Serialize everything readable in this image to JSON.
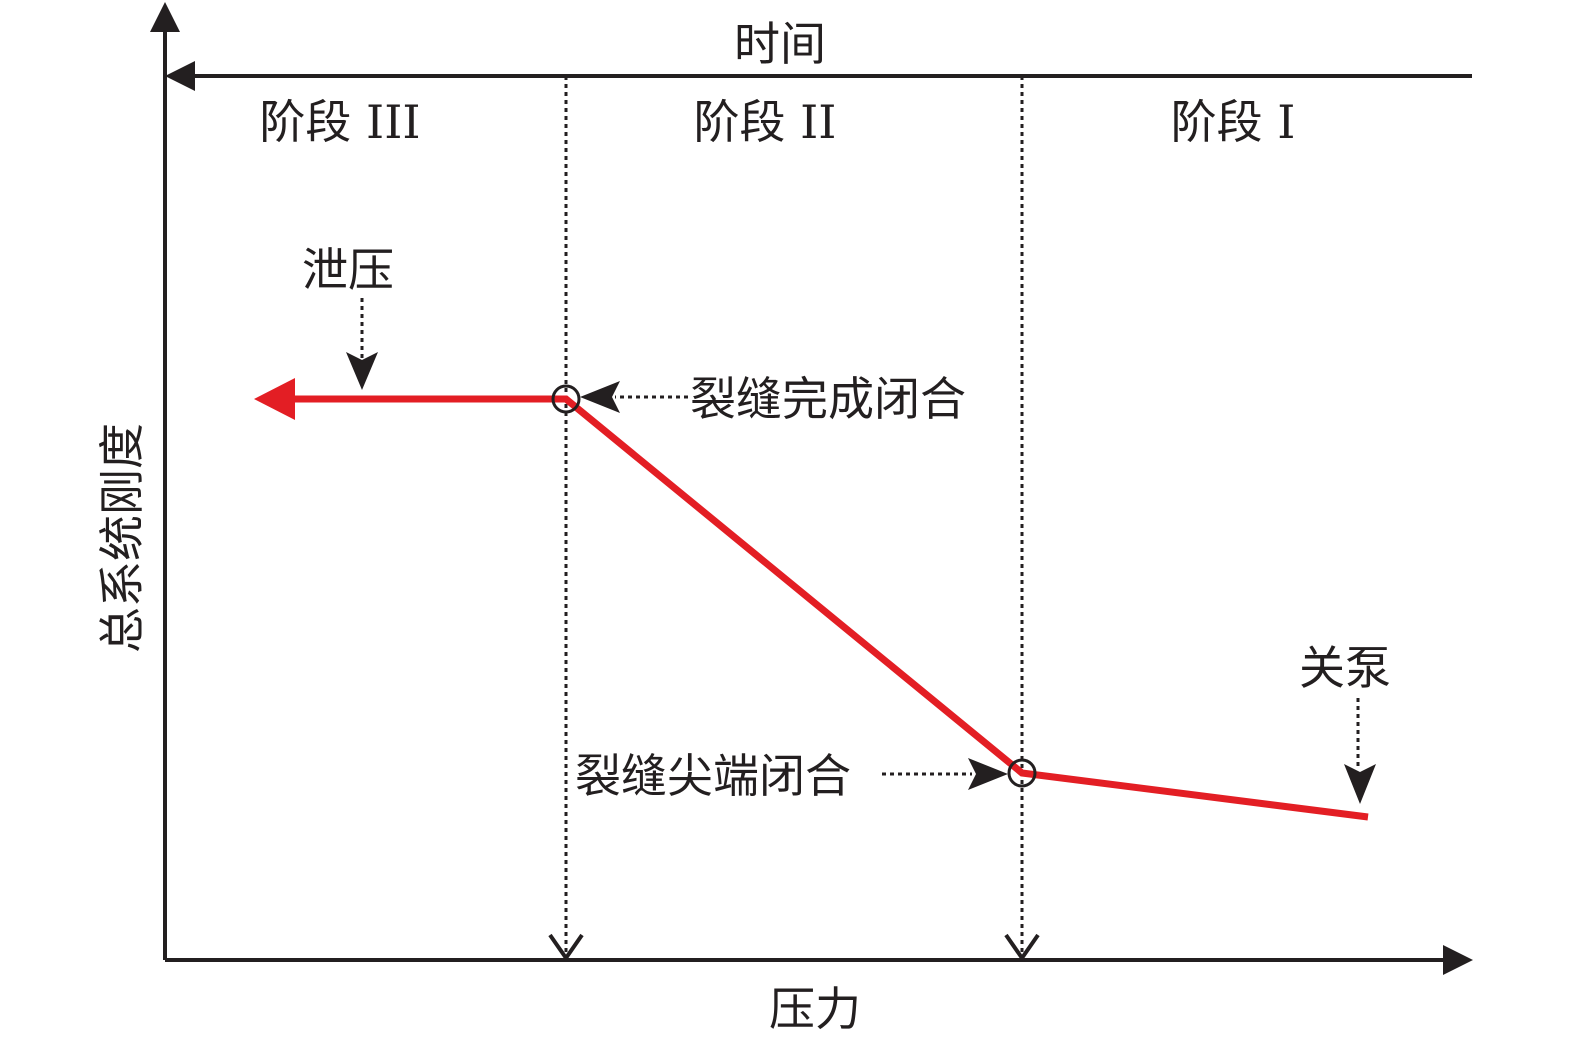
{
  "diagram": {
    "time_axis_label": "时间",
    "x_axis_label": "压力",
    "y_axis_label": "总系统刚度",
    "stages": [
      "阶段 III",
      "阶段 II",
      "阶段 I"
    ],
    "annotations": {
      "pressure_release": "泄压",
      "crack_fully_closed": "裂缝完成闭合",
      "crack_tip_closed": "裂缝尖端闭合",
      "pump_shutdown": "关泵"
    },
    "colors": {
      "curve": "#e31e24",
      "axes": "#231f20"
    }
  }
}
